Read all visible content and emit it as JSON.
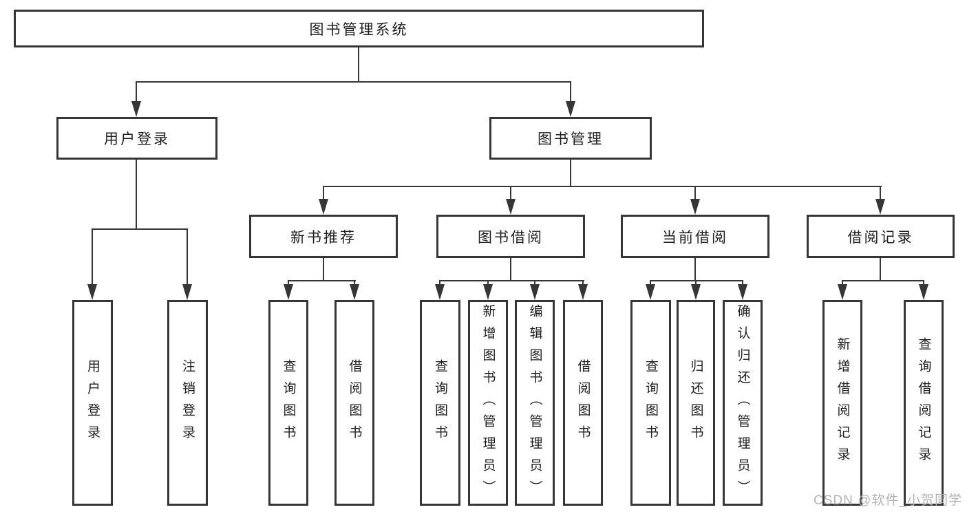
{
  "diagram_type": "hierarchy-tree",
  "tree": {
    "root": {
      "label": "图书管理系统"
    },
    "branches": [
      {
        "label": "用户登录",
        "children": [
          {
            "label": "用户登录"
          },
          {
            "label": "注销登录"
          }
        ]
      },
      {
        "label": "图书管理",
        "children": [
          {
            "label": "新书推荐",
            "children": [
              {
                "label": "查询图书"
              },
              {
                "label": "借阅图书"
              }
            ]
          },
          {
            "label": "图书借阅",
            "children": [
              {
                "label": "查询图书"
              },
              {
                "label": "新增图书（管理员）"
              },
              {
                "label": "编辑图书（管理员）"
              },
              {
                "label": "借阅图书"
              }
            ]
          },
          {
            "label": "当前借阅",
            "children": [
              {
                "label": "查询图书"
              },
              {
                "label": "归还图书"
              },
              {
                "label": "确认归还（管理员）"
              }
            ]
          },
          {
            "label": "借阅记录",
            "children": [
              {
                "label": "新增借阅记录"
              },
              {
                "label": "查询借阅记录"
              }
            ]
          }
        ]
      }
    ]
  },
  "watermark": {
    "text": "CSDN @软件_小贺同学"
  },
  "colors": {
    "line": "#363636",
    "box_border": "#363636",
    "text": "#1e1e1e",
    "watermark": "#b3b3b3",
    "background": "#ffffff"
  }
}
